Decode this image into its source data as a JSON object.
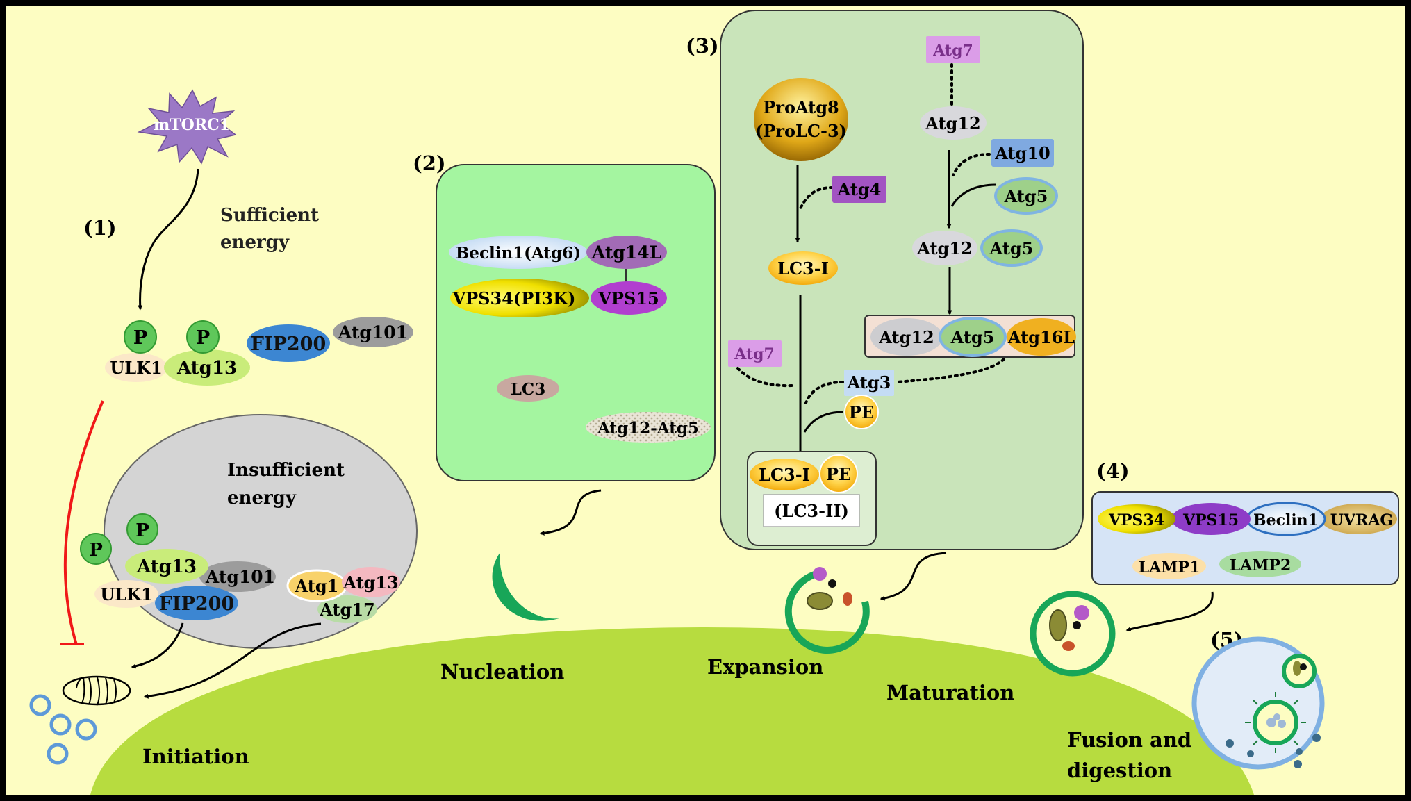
{
  "steps": {
    "s1": "(1)",
    "s2": "(2)",
    "s3": "(3)",
    "s4": "(4)",
    "s5": "(5)"
  },
  "stages": {
    "initiation": "Initiation",
    "nucleation": "Nucleation",
    "expansion": "Expansion",
    "maturation": "Maturation",
    "fusion_line1": "Fusion and",
    "fusion_line2": "digestion"
  },
  "initiation": {
    "mtorc1": "mTORC1",
    "sufficient_line1": "Sufficient",
    "sufficient_line2": "energy",
    "p": "P",
    "ulk1": "ULK1",
    "atg13": "Atg13",
    "fip200": "FIP200",
    "atg101": "Atg101",
    "insufficient_line1": "Insufficient",
    "insufficient_line2": "energy",
    "atg1": "Atg1",
    "atg17": "Atg17"
  },
  "nucleation_box": {
    "beclin1": "Beclin1(Atg6)",
    "atg14l": "Atg14L",
    "vps34": "VPS34(PI3K)",
    "vps15": "VPS15",
    "lc3": "LC3",
    "atg12_atg5": "Atg12-Atg5"
  },
  "expansion_box": {
    "proatg8_line1": "ProAtg8",
    "proatg8_line2": "(ProLC-3)",
    "atg4": "Atg4",
    "lc3i": "LC3-I",
    "atg7": "Atg7",
    "atg12": "Atg12",
    "atg10": "Atg10",
    "atg5": "Atg5",
    "atg16l": "Atg16L",
    "atg3": "Atg3",
    "pe": "PE",
    "lc3ii": "(LC3-II)"
  },
  "maturation_box": {
    "vps34": "VPS34",
    "vps15": "VPS15",
    "beclin1": "Beclin1",
    "uvrag": "UVRAG",
    "lamp1": "LAMP1",
    "lamp2": "LAMP2"
  },
  "colors": {
    "background": "#fdfdc2",
    "cell_floor": "#b7dc3f",
    "nucleation_panel": "#a4f5a0",
    "expansion_panel": "#c9e4ba",
    "maturation_panel": "#d6e4f6",
    "membrane_green": "#18a658",
    "inhibition_red": "#f01818"
  }
}
